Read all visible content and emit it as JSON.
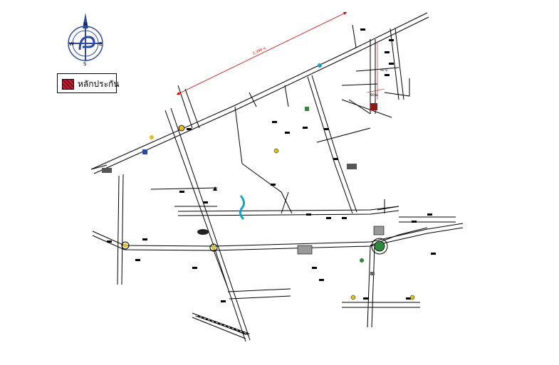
{
  "legend": {
    "label": "หลักประกัน",
    "swatch_color": "#b0182c"
  },
  "compass": {
    "n": "N",
    "s": "S",
    "e": "E",
    "w": "W"
  },
  "scale_label": "2,390 ม.",
  "distance_label_1": "90 ม.",
  "distance_label_2": "90 ม.",
  "colors": {
    "road": "#000000",
    "distance_line": "#cc0000",
    "water": "#1aa0c8",
    "compass_blue": "#2e4aa0"
  }
}
